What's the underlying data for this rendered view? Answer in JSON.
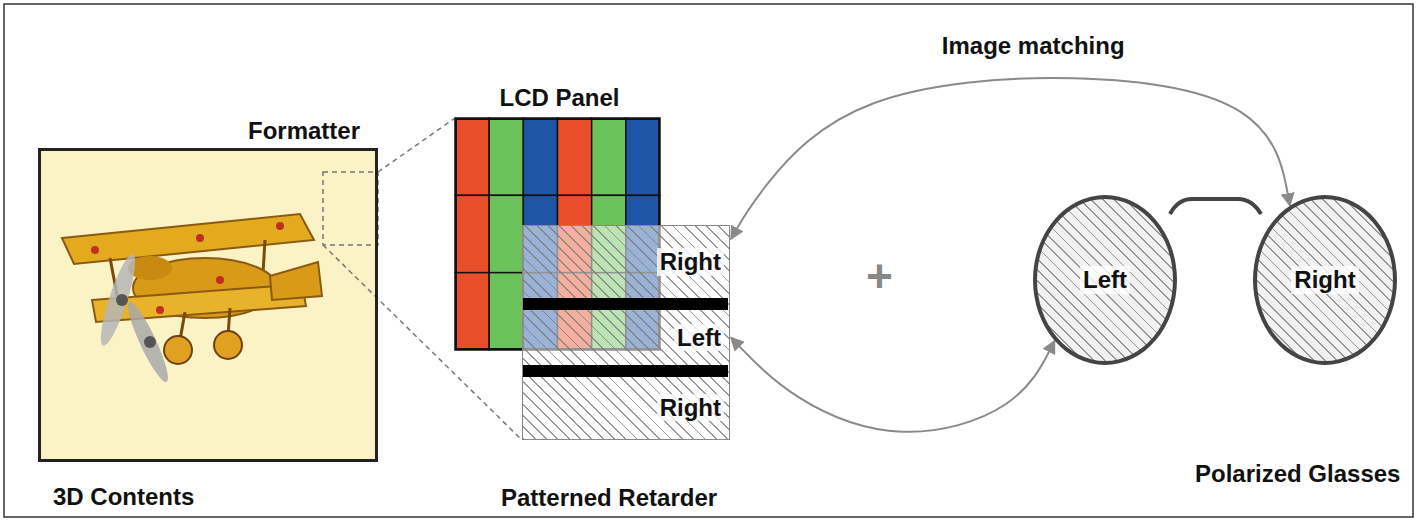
{
  "diagram": {
    "nodes": [
      {
        "text": [
          "3D Contents"
        ]
      },
      {
        "text": [
          "LCD Panel"
        ]
      },
      {
        "text": [
          "Patterned Retarder"
        ]
      },
      {
        "text": [
          "Right"
        ],
        "in": 2
      },
      {
        "text": [
          "Left"
        ],
        "in": 2
      },
      {
        "text": [
          "Right"
        ],
        "in": 2
      },
      {
        "text": [
          "Polarized Glasses"
        ]
      },
      {
        "text": [
          "Left"
        ],
        "in": 6
      },
      {
        "text": [
          "Right"
        ],
        "in": 6
      }
    ],
    "edges": [
      {
        "from": 8,
        "to": 3,
        "arrow": "both",
        "label": "Image matching"
      },
      {
        "from": 7,
        "to": 4,
        "arrow": "both"
      }
    ],
    "labels": [
      "Formatter",
      "+"
    ]
  }
}
